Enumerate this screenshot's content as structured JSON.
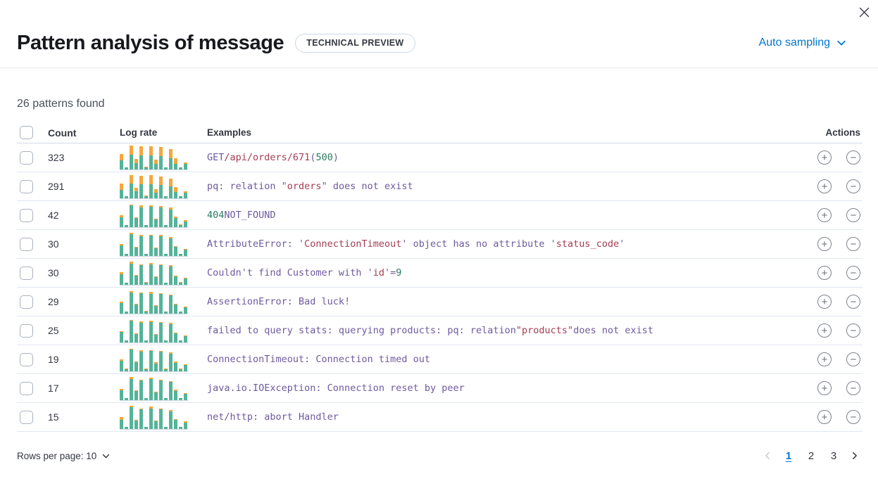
{
  "colors": {
    "accent": "#0077CC",
    "bar_green": "#54B399",
    "bar_orange": "#F5A73B",
    "code_purple": "#6E5A9E",
    "code_red": "#A43D53",
    "code_green": "#2B7C5F"
  },
  "icons": {
    "close": "close-icon",
    "chevron_down": "chevron-down-icon",
    "plus": "+",
    "minus": "−"
  },
  "header": {
    "title": "Pattern analysis of message",
    "badge": "TECHNICAL PREVIEW",
    "sampling_label": "Auto sampling"
  },
  "summary": "26 patterns found",
  "table": {
    "columns": {
      "count": "Count",
      "log_rate": "Log rate",
      "examples": "Examples",
      "actions": "Actions"
    },
    "rows": [
      {
        "count": "323",
        "bars": [
          [
            13,
            9
          ],
          [
            3,
            0
          ],
          [
            21,
            13
          ],
          [
            9,
            6
          ],
          [
            20,
            13
          ],
          [
            3,
            1
          ],
          [
            20,
            13
          ],
          [
            8,
            6
          ],
          [
            19,
            13
          ],
          [
            3,
            0
          ],
          [
            16,
            13
          ],
          [
            8,
            8
          ],
          [
            3,
            0
          ],
          [
            8,
            2
          ]
        ],
        "example": [
          {
            "t": "GET ",
            "c": "p"
          },
          {
            "t": "/api/orders/671",
            "c": "r"
          },
          {
            "t": " (",
            "c": "p"
          },
          {
            "t": "500",
            "c": "g"
          },
          {
            "t": ")",
            "c": "p"
          }
        ]
      },
      {
        "count": "291",
        "bars": [
          [
            12,
            9
          ],
          [
            3,
            0
          ],
          [
            21,
            12
          ],
          [
            10,
            5
          ],
          [
            20,
            12
          ],
          [
            3,
            1
          ],
          [
            20,
            13
          ],
          [
            8,
            5
          ],
          [
            19,
            12
          ],
          [
            3,
            0
          ],
          [
            17,
            11
          ],
          [
            9,
            7
          ],
          [
            3,
            0
          ],
          [
            8,
            2
          ]
        ],
        "example": [
          {
            "t": "pq: relation \"",
            "c": "p"
          },
          {
            "t": "orders",
            "c": "r"
          },
          {
            "t": "\" does not exist",
            "c": "p"
          }
        ]
      },
      {
        "count": "42",
        "bars": [
          [
            14,
            3
          ],
          [
            3,
            0
          ],
          [
            31,
            1
          ],
          [
            13,
            1
          ],
          [
            28,
            3
          ],
          [
            3,
            0
          ],
          [
            29,
            2
          ],
          [
            11,
            1
          ],
          [
            28,
            2
          ],
          [
            3,
            0
          ],
          [
            25,
            3
          ],
          [
            13,
            2
          ],
          [
            3,
            1
          ],
          [
            8,
            2
          ]
        ],
        "example": [
          {
            "t": "404",
            "c": "g"
          },
          {
            "t": " NOT_FOUND",
            "c": "p"
          }
        ]
      },
      {
        "count": "30",
        "bars": [
          [
            15,
            2
          ],
          [
            3,
            0
          ],
          [
            31,
            2
          ],
          [
            12,
            1
          ],
          [
            28,
            2
          ],
          [
            3,
            0
          ],
          [
            29,
            1
          ],
          [
            11,
            1
          ],
          [
            28,
            2
          ],
          [
            3,
            0
          ],
          [
            25,
            2
          ],
          [
            13,
            1
          ],
          [
            3,
            0
          ],
          [
            9,
            1
          ]
        ],
        "example": [
          {
            "t": "AttributeError: '",
            "c": "p"
          },
          {
            "t": "ConnectionTimeout",
            "c": "r"
          },
          {
            "t": "' object has no attribute '",
            "c": "p"
          },
          {
            "t": "status_code",
            "c": "r"
          },
          {
            "t": "'",
            "c": "p"
          }
        ]
      },
      {
        "count": "30",
        "bars": [
          [
            15,
            3
          ],
          [
            3,
            0
          ],
          [
            30,
            3
          ],
          [
            13,
            1
          ],
          [
            28,
            1
          ],
          [
            3,
            1
          ],
          [
            29,
            2
          ],
          [
            11,
            1
          ],
          [
            28,
            1
          ],
          [
            3,
            0
          ],
          [
            26,
            2
          ],
          [
            12,
            1
          ],
          [
            3,
            1
          ],
          [
            9,
            1
          ]
        ],
        "example": [
          {
            "t": "Couldn't find Customer with '",
            "c": "p"
          },
          {
            "t": "id",
            "c": "r"
          },
          {
            "t": "'=",
            "c": "p"
          },
          {
            "t": "9",
            "c": "g"
          }
        ]
      },
      {
        "count": "29",
        "bars": [
          [
            15,
            2
          ],
          [
            3,
            0
          ],
          [
            30,
            2
          ],
          [
            13,
            1
          ],
          [
            29,
            1
          ],
          [
            3,
            1
          ],
          [
            28,
            3
          ],
          [
            11,
            1
          ],
          [
            28,
            1
          ],
          [
            3,
            0
          ],
          [
            26,
            1
          ],
          [
            13,
            1
          ],
          [
            3,
            0
          ],
          [
            9,
            1
          ]
        ],
        "example": [
          {
            "t": "AssertionError: Bad luck!",
            "c": "p"
          }
        ]
      },
      {
        "count": "25",
        "bars": [
          [
            15,
            1
          ],
          [
            3,
            0
          ],
          [
            31,
            1
          ],
          [
            12,
            1
          ],
          [
            28,
            2
          ],
          [
            3,
            0
          ],
          [
            29,
            2
          ],
          [
            11,
            1
          ],
          [
            28,
            1
          ],
          [
            3,
            0
          ],
          [
            26,
            2
          ],
          [
            13,
            1
          ],
          [
            3,
            0
          ],
          [
            9,
            1
          ]
        ],
        "example": [
          {
            "t": "failed to query stats: querying products: pq: relation ",
            "c": "p"
          },
          {
            "t": "\"products\"",
            "c": "r"
          },
          {
            "t": " does not exist",
            "c": "p"
          }
        ]
      },
      {
        "count": "19",
        "bars": [
          [
            15,
            2
          ],
          [
            3,
            1
          ],
          [
            31,
            1
          ],
          [
            13,
            1
          ],
          [
            28,
            2
          ],
          [
            3,
            1
          ],
          [
            29,
            1
          ],
          [
            11,
            2
          ],
          [
            28,
            1
          ],
          [
            3,
            1
          ],
          [
            25,
            2
          ],
          [
            12,
            2
          ],
          [
            3,
            1
          ],
          [
            9,
            1
          ]
        ],
        "example": [
          {
            "t": "ConnectionTimeout: Connection timed out",
            "c": "p"
          }
        ]
      },
      {
        "count": "17",
        "bars": [
          [
            14,
            2
          ],
          [
            3,
            0
          ],
          [
            30,
            3
          ],
          [
            13,
            1
          ],
          [
            28,
            1
          ],
          [
            3,
            0
          ],
          [
            30,
            2
          ],
          [
            11,
            1
          ],
          [
            28,
            1
          ],
          [
            3,
            0
          ],
          [
            26,
            1
          ],
          [
            13,
            2
          ],
          [
            3,
            0
          ],
          [
            9,
            1
          ]
        ],
        "example": [
          {
            "t": "java.io.IOException: Connection reset by peer",
            "c": "p"
          }
        ]
      },
      {
        "count": "15",
        "bars": [
          [
            13,
            4
          ],
          [
            3,
            0
          ],
          [
            31,
            2
          ],
          [
            12,
            1
          ],
          [
            28,
            1
          ],
          [
            3,
            0
          ],
          [
            29,
            3
          ],
          [
            11,
            1
          ],
          [
            28,
            1
          ],
          [
            3,
            0
          ],
          [
            25,
            2
          ],
          [
            13,
            1
          ],
          [
            3,
            0
          ],
          [
            9,
            2
          ]
        ],
        "example": [
          {
            "t": "net/http: abort Handler",
            "c": "p"
          }
        ]
      }
    ]
  },
  "footer": {
    "rows_per_page_label": "Rows per page: 10",
    "pagination": {
      "pages": [
        "1",
        "2",
        "3"
      ],
      "active": "1"
    }
  }
}
